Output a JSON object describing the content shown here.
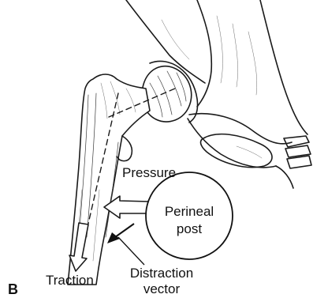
{
  "labels": {
    "panel": "B",
    "pressure": "Pressure",
    "perineal_line1": "Perineal",
    "perineal_line2": "post",
    "traction": "Traction",
    "distraction_line1": "Distraction",
    "distraction_line2": "vector"
  },
  "colors": {
    "ink": "#1a1a1a",
    "background": "#ffffff"
  },
  "icons": {
    "pressure_arrow": "hollow-arrow-left",
    "traction_arrow": "hollow-arrow-down",
    "distraction_arrow": "solid-arrow-down-left"
  }
}
